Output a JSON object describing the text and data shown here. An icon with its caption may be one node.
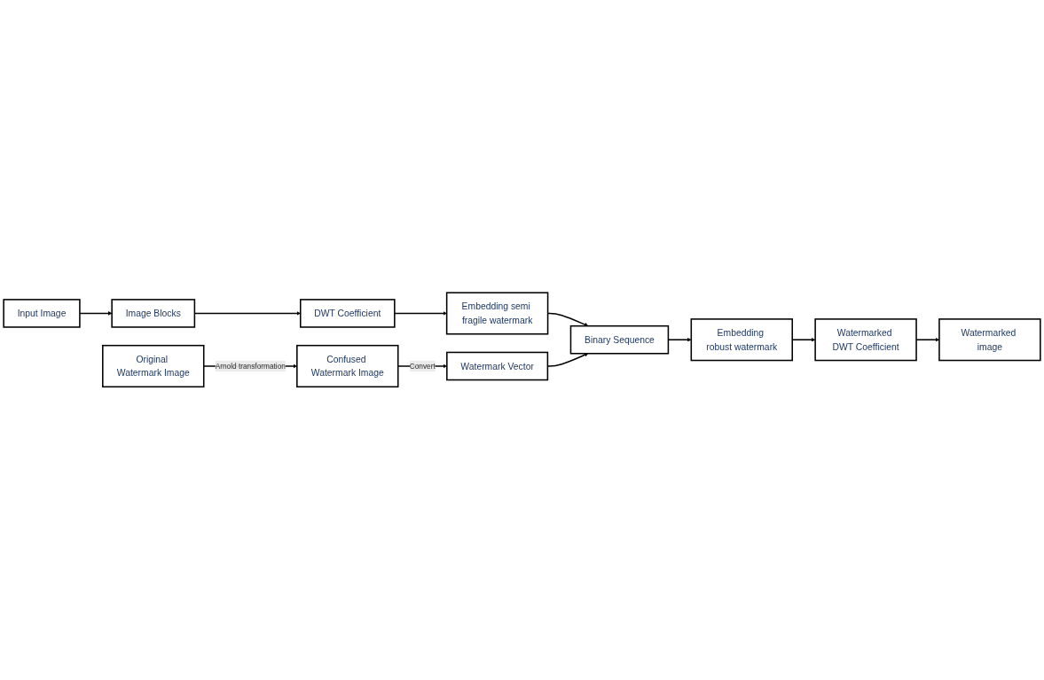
{
  "diagram": {
    "nodes": [
      {
        "text": [
          "Input Image"
        ]
      },
      {
        "text": [
          "Image Blocks"
        ]
      },
      {
        "text": [
          "DWT Coefficient"
        ]
      },
      {
        "text": [
          "Embedding semi fragile watermark"
        ]
      },
      {
        "text": [
          "Watermarked image"
        ]
      },
      {
        "text": [
          "Watermarked DWT Coefficient"
        ]
      },
      {
        "text": [
          "Embedding robust watermark"
        ]
      },
      {
        "text": [
          "Binary Sequence"
        ]
      },
      {
        "text": [
          "Original Watermark Image"
        ]
      },
      {
        "text": [
          "Confused Watermark Image"
        ]
      },
      {
        "text": [
          "Watermark Vector"
        ]
      }
    ],
    "edges": [
      {
        "from": 0,
        "to": 1,
        "arrow": "to"
      },
      {
        "from": 1,
        "to": 2,
        "arrow": "to"
      },
      {
        "from": 2,
        "to": 3,
        "arrow": "to"
      },
      {
        "from": 3,
        "to": 7,
        "arrow": "to"
      },
      {
        "from": 7,
        "to": 6,
        "arrow": "to"
      },
      {
        "from": 6,
        "to": 5,
        "arrow": "to"
      },
      {
        "from": 5,
        "to": 4,
        "arrow": "to"
      },
      {
        "from": 8,
        "to": 9,
        "label": "Arnold transformation",
        "arrow": "to"
      },
      {
        "from": 9,
        "to": 10,
        "label": "Convert",
        "arrow": "to"
      },
      {
        "from": 10,
        "to": 7,
        "arrow": "to"
      }
    ]
  }
}
